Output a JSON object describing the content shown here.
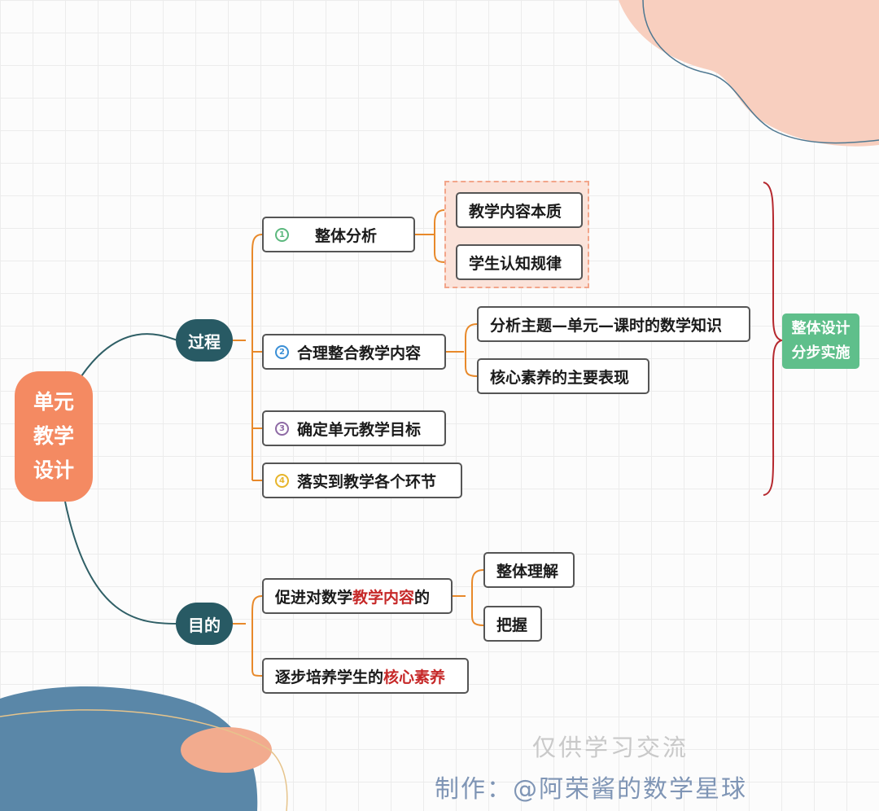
{
  "root": {
    "line1": "单元",
    "line2": "教学",
    "line3": "设计"
  },
  "branches": {
    "process": {
      "label": "过程",
      "steps": [
        {
          "marker": "1",
          "label": "整体分析",
          "marker_color": "#5cb87e",
          "children": [
            "教学内容本质",
            "学生认知规律"
          ]
        },
        {
          "marker": "2",
          "label": "合理整合教学内容",
          "marker_color": "#3a8fd6",
          "children": [
            "分析主题—单元—课时的数学知识",
            "核心素养的主要表现"
          ]
        },
        {
          "marker": "3",
          "label": "确定单元教学目标",
          "marker_color": "#8e6aa5",
          "children": []
        },
        {
          "marker": "4",
          "label": "落实到教学各个环节",
          "marker_color": "#e7b52b",
          "children": []
        }
      ],
      "summary": {
        "line1": "整体设计",
        "line2": "分步实施"
      }
    },
    "purpose": {
      "label": "目的",
      "items": [
        {
          "prefix": "促进对数学",
          "highlight": "教学内容",
          "suffix": "的",
          "children": [
            "整体理解",
            "把握"
          ]
        },
        {
          "prefix": "逐步培养学生的",
          "highlight": "核心素养",
          "suffix": "",
          "children": []
        }
      ]
    }
  },
  "watermark": {
    "line1": "仅供学习交流",
    "line2": "制作：@阿荣酱的数学星球"
  },
  "colors": {
    "root": "#f48a62",
    "branch": "#285a64",
    "connector_orange": "#e8892a",
    "connector_teal": "#2f5f66",
    "highlight": "#c62828",
    "summary": "#5fbf8b",
    "brace": "#b5282e"
  }
}
